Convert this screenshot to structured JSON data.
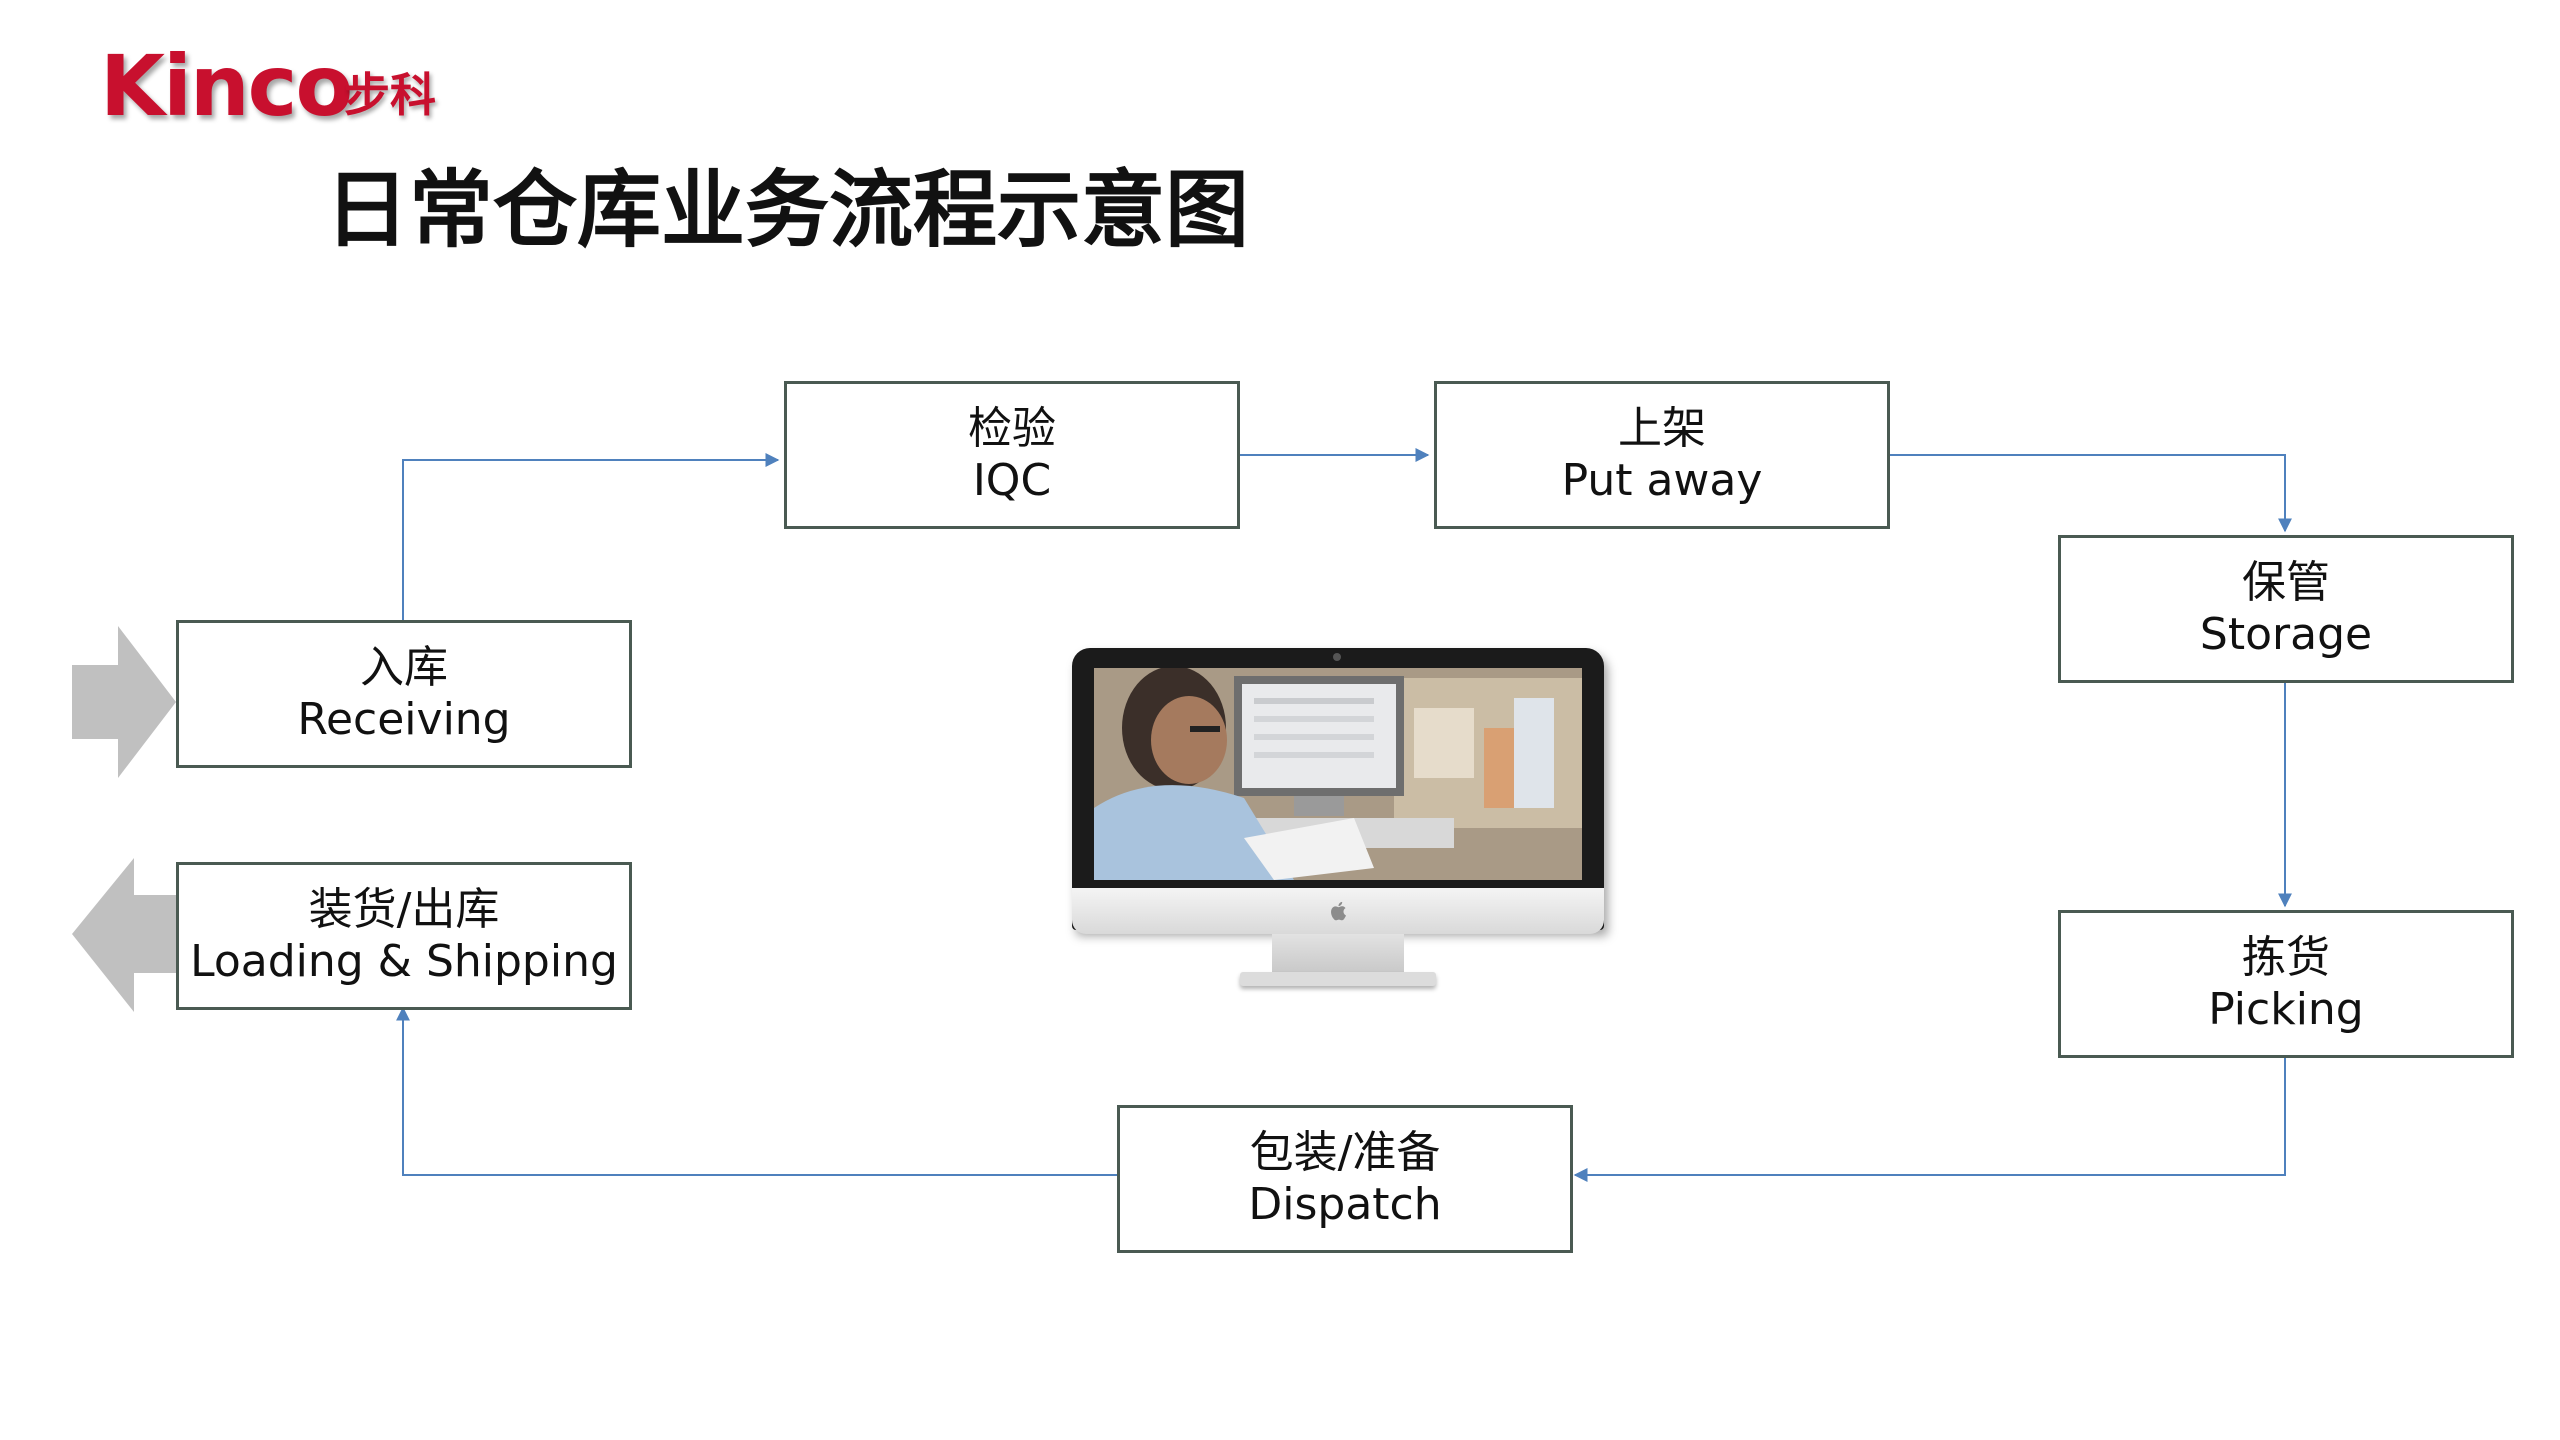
{
  "logo": {
    "brand_en": "Kinco",
    "brand_cn": "步科"
  },
  "title": "日常仓库业务流程示意图",
  "nodes": {
    "receiving": {
      "cn": "入库",
      "en": "Receiving"
    },
    "iqc": {
      "cn": "检验",
      "en": "IQC"
    },
    "putaway": {
      "cn": "上架",
      "en": "Put away"
    },
    "storage": {
      "cn": "保管",
      "en": "Storage"
    },
    "picking": {
      "cn": "拣货",
      "en": "Picking"
    },
    "dispatch": {
      "cn": "包装/准备",
      "en": "Dispatch"
    },
    "shipping": {
      "cn": "装货/出库",
      "en": "Loading & Shipping"
    }
  },
  "colors": {
    "brand_red": "#c8102e",
    "box_border": "#4a5a52",
    "connector": "#4f81bd",
    "side_arrow": "#c0c0c0"
  },
  "icons": {
    "center_image": "imac-monitor-warehouse-worker-icon",
    "inbound": "arrow-right-icon",
    "outbound": "arrow-left-icon"
  }
}
